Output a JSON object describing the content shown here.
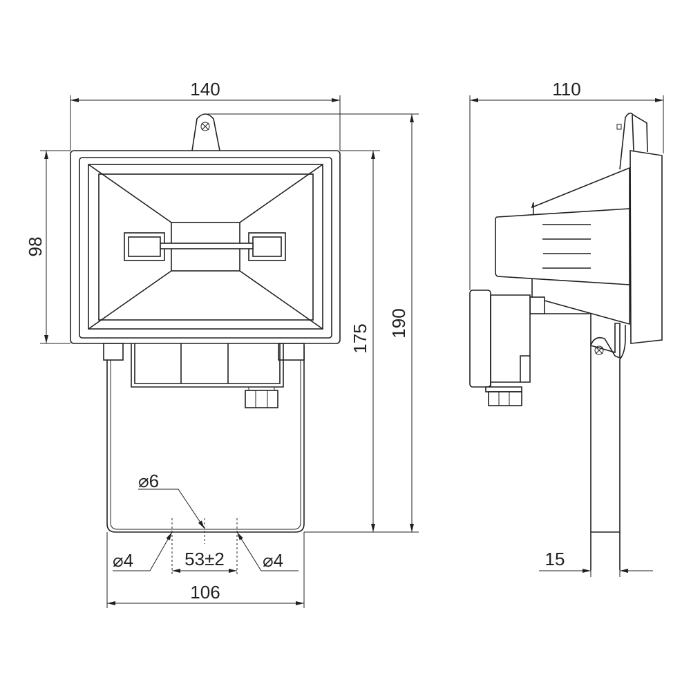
{
  "title": "Floodlight dimension drawing",
  "dimensions": {
    "front_width": "140",
    "front_height": "98",
    "height_to_bracket": "175",
    "overall_height": "190",
    "bracket_width": "106",
    "hole_spacing": "53±2",
    "hole_center": "⌀6",
    "hole_left": "⌀4",
    "hole_right": "⌀4",
    "side_depth": "110",
    "bracket_thickness": "15"
  },
  "colors": {
    "line": "#231f20",
    "background": "#ffffff"
  }
}
